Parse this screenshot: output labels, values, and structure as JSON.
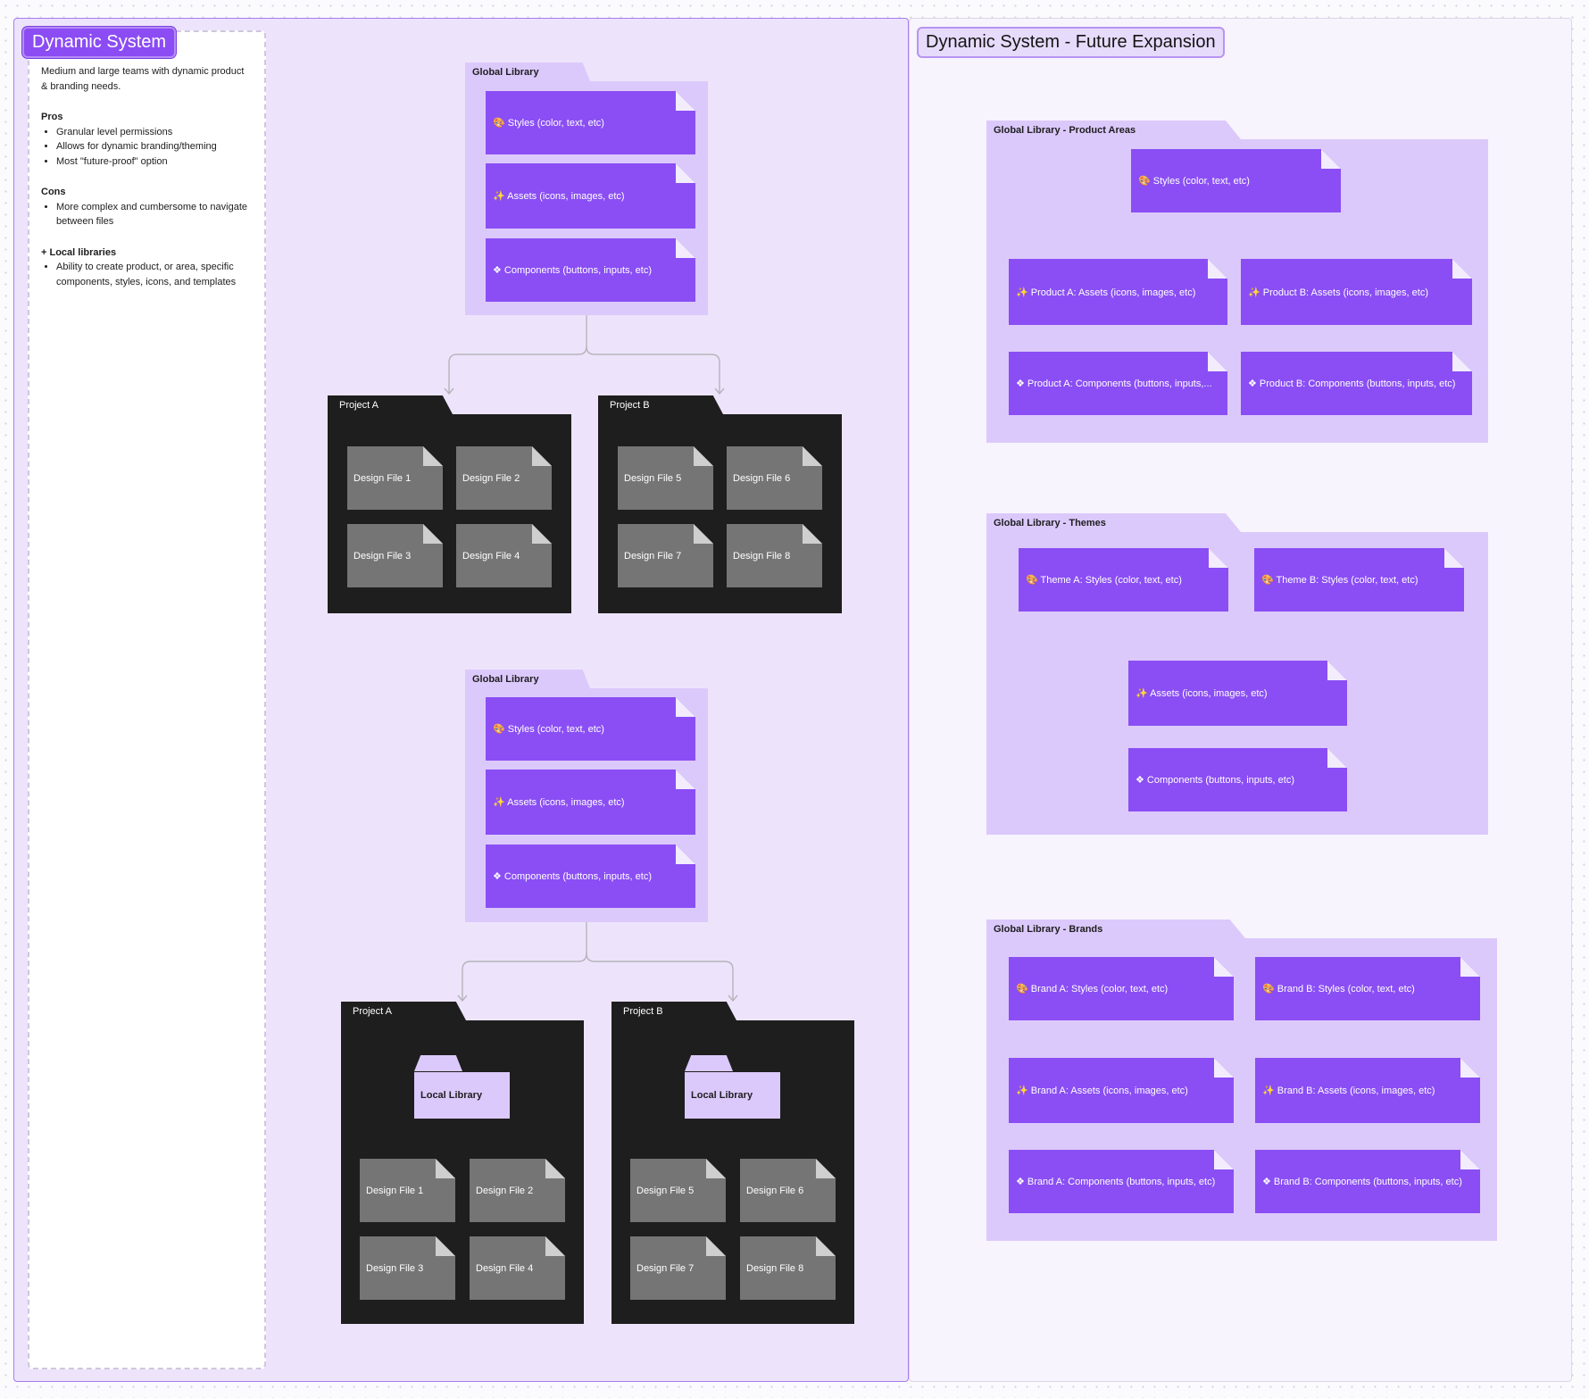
{
  "left": {
    "title": "Dynamic System",
    "info": {
      "intro": "Medium and large teams with dynamic product & branding needs.",
      "pros_heading": "Pros",
      "pros": [
        "Granular level permissions",
        "Allows for dynamic branding/theming",
        "Most \"future-proof\" option"
      ],
      "cons_heading": "Cons",
      "cons": [
        "More complex and cumbersome to navigate between files"
      ],
      "local_heading": "+ Local libraries",
      "local": [
        "Ability to create product, or area, specific components, styles, icons, and templates"
      ]
    },
    "diagram1": {
      "library_label": "Global Library",
      "items": [
        "🎨 Styles (color, text, etc)",
        "✨ Assets (icons, images, etc)",
        "❖ Components (buttons, inputs, etc)"
      ],
      "projects": [
        {
          "label": "Project A",
          "files": [
            "Design File 1",
            "Design File 2",
            "Design File 3",
            "Design File 4"
          ]
        },
        {
          "label": "Project B",
          "files": [
            "Design File 5",
            "Design File 6",
            "Design File 7",
            "Design File 8"
          ]
        }
      ]
    },
    "diagram2": {
      "library_label": "Global Library",
      "items": [
        "🎨 Styles (color, text, etc)",
        "✨ Assets (icons, images, etc)",
        "❖ Components (buttons, inputs, etc)"
      ],
      "projects": [
        {
          "label": "Project A",
          "local_library": "Local Library",
          "files": [
            "Design File 1",
            "Design File 2",
            "Design File 3",
            "Design File 4"
          ]
        },
        {
          "label": "Project B",
          "local_library": "Local Library",
          "files": [
            "Design File 5",
            "Design File 6",
            "Design File 7",
            "Design File 8"
          ]
        }
      ]
    }
  },
  "right": {
    "title": "Dynamic System - Future Expansion",
    "product_areas": {
      "label": "Global Library - Product Areas",
      "styles": "🎨 Styles (color, text, etc)",
      "a_assets": "✨ Product A: Assets (icons, images, etc)",
      "b_assets": "✨ Product B: Assets (icons, images, etc)",
      "a_components": "❖ Product A: Components (buttons, inputs,...",
      "b_components": "❖ Product B: Components (buttons, inputs, etc)"
    },
    "themes": {
      "label": "Global Library - Themes",
      "a_styles": "🎨 Theme A: Styles (color, text, etc)",
      "b_styles": "🎨 Theme B: Styles (color, text, etc)",
      "assets": "✨ Assets (icons, images, etc)",
      "components": "❖ Components (buttons, inputs, etc)"
    },
    "brands": {
      "label": "Global Library - Brands",
      "a_styles": "🎨 Brand A: Styles (color, text, etc)",
      "b_styles": "🎨 Brand B: Styles (color, text, etc)",
      "a_assets": "✨ Brand A: Assets (icons, images, etc)",
      "b_assets": "✨ Brand B: Assets (icons, images, etc)",
      "a_components": "❖ Brand A: Components (buttons, inputs, etc)",
      "b_components": "❖ Brand B: Components (buttons, inputs, etc)"
    }
  },
  "colors": {
    "accent": "#8a4ef4",
    "group_bg": "#dcc9fb",
    "project_bg": "#1e1e1e",
    "design_file": "#757575",
    "panel_left": "#ede4fb",
    "connector": "#b7b3bb"
  }
}
